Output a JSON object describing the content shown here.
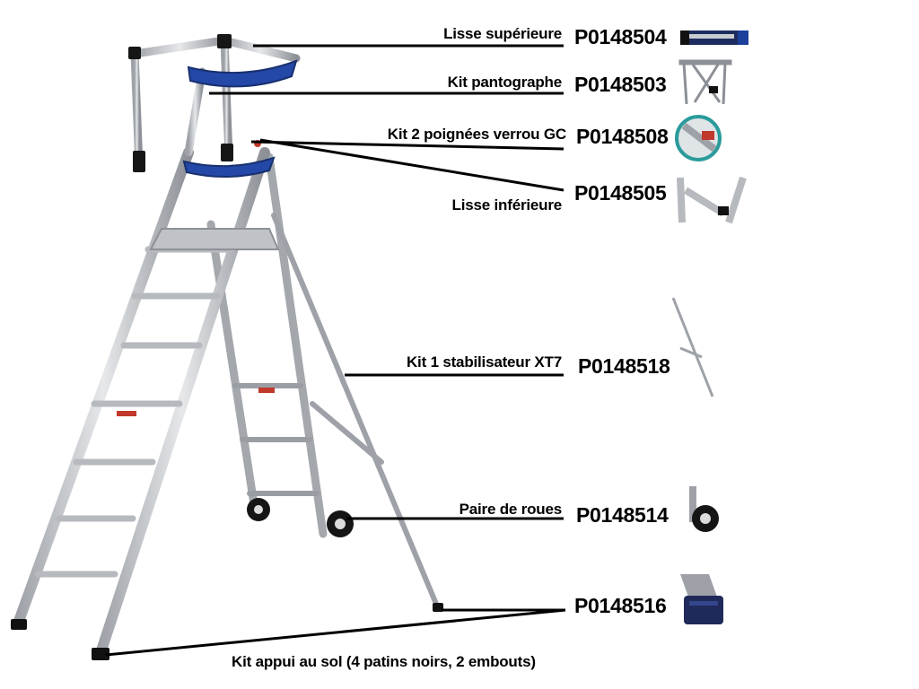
{
  "parts": [
    {
      "label": "Lisse supérieure",
      "code": "P0148504",
      "icon": "top-rail-thumbnail"
    },
    {
      "label": "Kit pantographe",
      "code": "P0148503",
      "icon": "pantograph-thumbnail"
    },
    {
      "label": "Kit 2 poignées verrou GC",
      "code": "P0148508",
      "icon": "lock-handle-thumbnail"
    },
    {
      "label": "Lisse inférieure",
      "code": "P0148505",
      "icon": "bottom-rail-thumbnail"
    },
    {
      "label": "Kit 1 stabilisateur XT7",
      "code": "P0148518",
      "icon": "stabilizer-thumbnail"
    },
    {
      "label": "Paire de roues",
      "code": "P0148514",
      "icon": "wheel-thumbnail"
    },
    {
      "label": "Kit appui au sol (4 patins noirs, 2 embouts)",
      "code": "P0148516",
      "icon": "foot-pad-thumbnail"
    }
  ],
  "colors": {
    "aluminium": "#c9ccd0",
    "aluminium_dark": "#8c9096",
    "plastic_blue": "#2448a8",
    "rubber_black": "#111111",
    "leader_line": "#000000",
    "accent_red": "#c0392b"
  }
}
